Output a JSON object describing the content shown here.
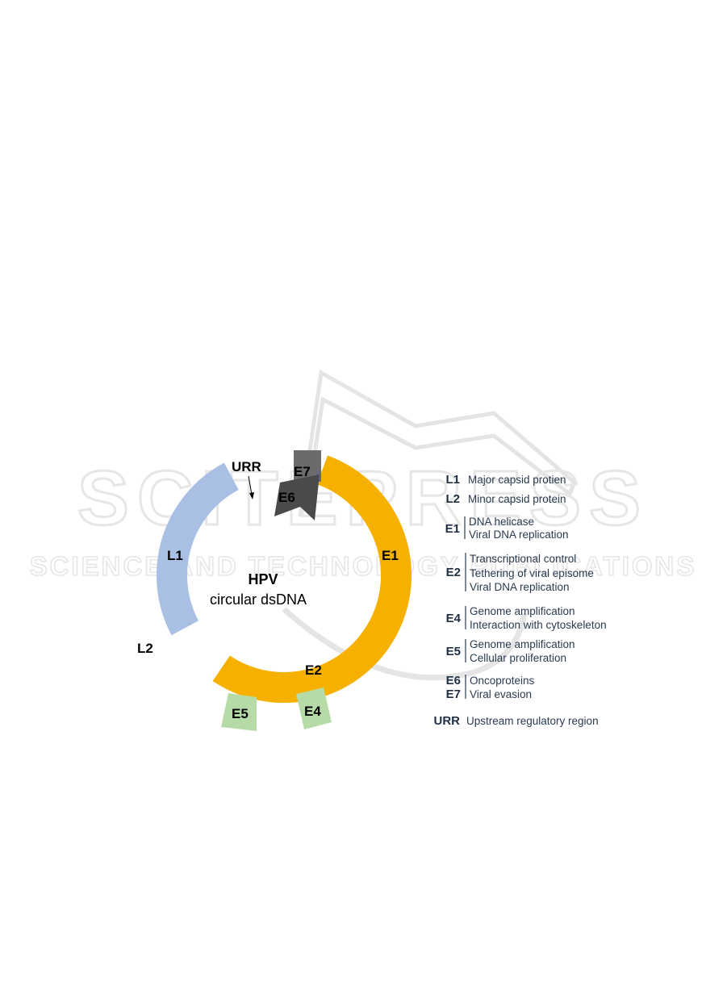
{
  "watermark": {
    "main": "SCITEPRESS",
    "sub": "SCIENCE AND TECHNOLOGY PUBLICATIONS"
  },
  "genome": {
    "title": "HPV",
    "subtitle": "circular dsDNA",
    "segments": [
      {
        "id": "L1",
        "color": "#a9bfe3"
      },
      {
        "id": "L2",
        "color": "#ffffff"
      },
      {
        "id": "E1",
        "color": "#f6b100"
      },
      {
        "id": "E2",
        "color": "#f6b100"
      },
      {
        "id": "E4",
        "color": "#b6dba6"
      },
      {
        "id": "E5",
        "color": "#b6dba6"
      },
      {
        "id": "E6",
        "color": "#4a4a4a"
      },
      {
        "id": "E7",
        "color": "#6b6b6b"
      }
    ],
    "urr_label": "URR"
  },
  "legend": [
    {
      "key": "L1",
      "lines": [
        "Major capsid protien"
      ]
    },
    {
      "key": "L2",
      "lines": [
        "Minor capsid protein"
      ]
    },
    {
      "key": "E1",
      "lines": [
        "DNA helicase",
        "Viral DNA replication"
      ]
    },
    {
      "key": "E2",
      "lines": [
        "Transcriptional control",
        "Tethering of viral episome",
        "Viral DNA replication"
      ]
    },
    {
      "key": "E4",
      "lines": [
        "Genome amplification",
        "Interaction with cytoskeleton"
      ]
    },
    {
      "key": "E5",
      "lines": [
        "Genome amplification",
        "Cellular proliferation"
      ]
    },
    {
      "key": "E6",
      "lines": [
        "Oncoproteins"
      ]
    },
    {
      "key": "E7",
      "lines": [
        "Viral evasion"
      ]
    },
    {
      "key": "URR",
      "lines": [
        "Upstream regulatory region"
      ]
    }
  ]
}
